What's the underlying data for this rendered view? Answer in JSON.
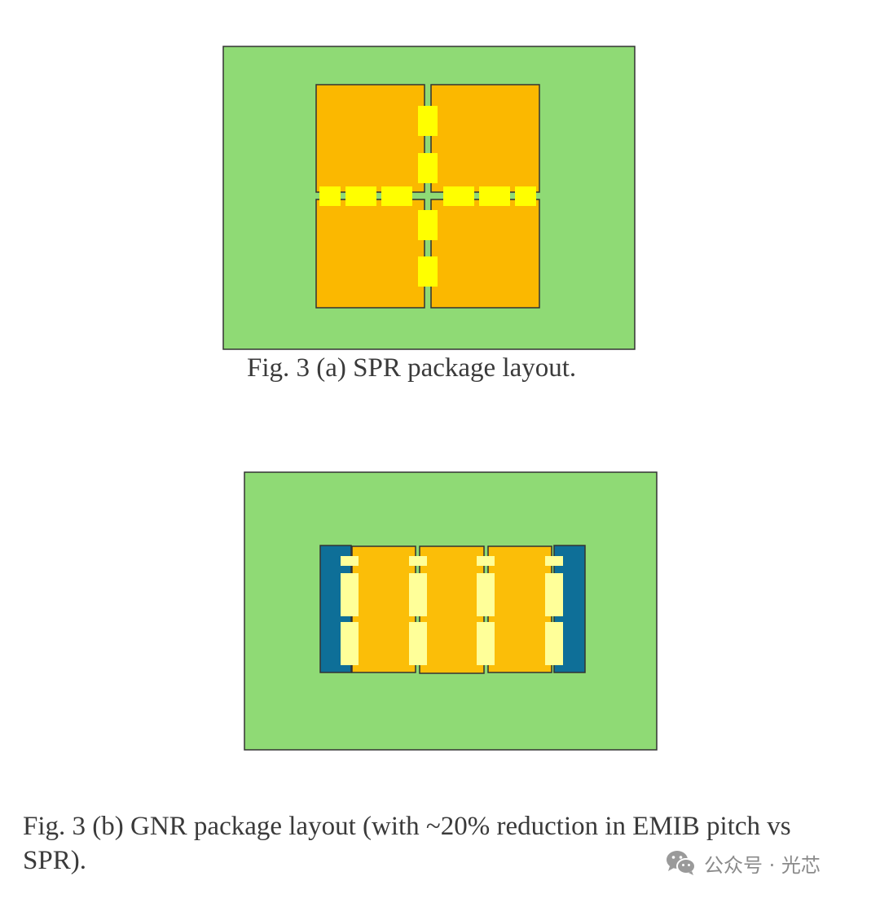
{
  "figure_a": {
    "caption": "Fig.  3 (a) SPR package layout.",
    "colors": {
      "substrate": "#8fda75",
      "die": "#fbb800",
      "bridge": "#ffff00",
      "outline": "#333333"
    }
  },
  "figure_b": {
    "caption": "Fig.  3 (b) GNR package layout (with ~20% reduction in EMIB pitch vs SPR).",
    "colors": {
      "substrate": "#8fda75",
      "die": "#fbbe08",
      "io_die": "#0e6f98",
      "bridge": "#ffff99",
      "outline": "#333333"
    }
  },
  "watermark": {
    "icon": "wechat-icon",
    "text": "公众号 · 光芯"
  }
}
